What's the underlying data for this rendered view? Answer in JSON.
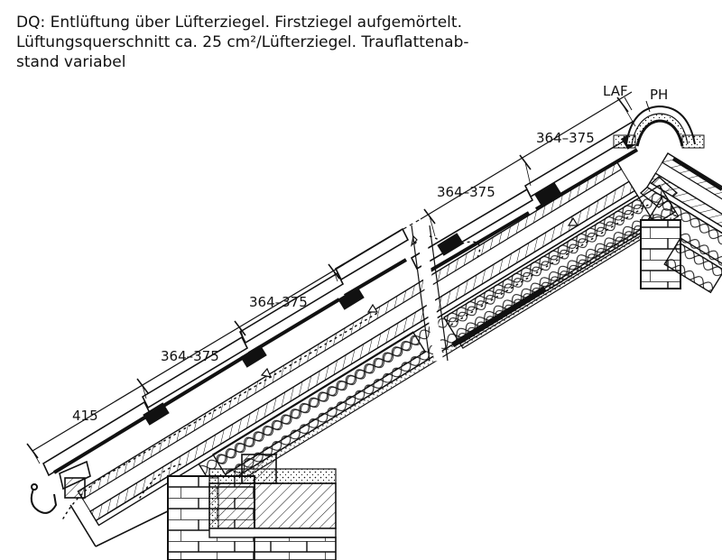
{
  "caption": {
    "line1": "DQ: Entlüftung über Lüfterziegel. Firstziegel aufgemörtelt.",
    "line2": "Lüftungsquerschnitt ca. 25 cm²/Lüfterziegel. Trauflattenab-",
    "line3": "stand variabel"
  },
  "labels": {
    "laf": "LAF",
    "ph": "PH"
  },
  "dimensions": [
    {
      "text": "415"
    },
    {
      "text": "364–375"
    },
    {
      "text": "364–375"
    },
    {
      "text": "364–375"
    },
    {
      "text": "364–375"
    }
  ],
  "colors": {
    "ink": "#111111",
    "paper": "#ffffff",
    "stipple": "#9a9a9a"
  }
}
